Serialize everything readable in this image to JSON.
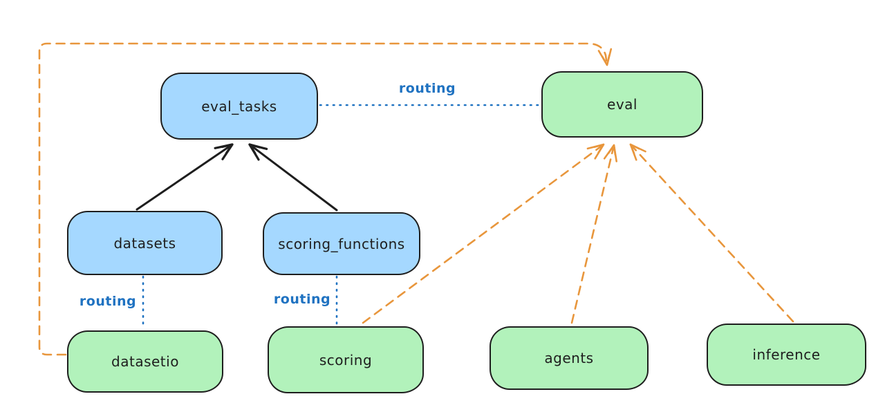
{
  "diagram": {
    "colors": {
      "node_stroke": "#1e1e1e",
      "api_fill": "#a5d8ff",
      "provider_fill": "#b2f2bb",
      "routing_color": "#1f72c1",
      "dependency_color": "#e8963c",
      "canvas_bg": "#ffffff"
    },
    "nodes": {
      "eval_tasks": {
        "label": "eval_tasks",
        "type": "api"
      },
      "eval": {
        "label": "eval",
        "type": "provider"
      },
      "datasets": {
        "label": "datasets",
        "type": "api"
      },
      "scoring_functions": {
        "label": "scoring_functions",
        "type": "api"
      },
      "datasetio": {
        "label": "datasetio",
        "type": "provider"
      },
      "scoring": {
        "label": "scoring",
        "type": "provider"
      },
      "agents": {
        "label": "agents",
        "type": "provider"
      },
      "inference": {
        "label": "inference",
        "type": "provider"
      }
    },
    "edge_labels": {
      "eval_tasks_eval": "routing",
      "datasets_datasetio": "routing",
      "scoring_functions_scoring": "routing"
    },
    "edges": [
      {
        "from": "datasets",
        "to": "eval_tasks",
        "style": "solid-arrow"
      },
      {
        "from": "scoring_functions",
        "to": "eval_tasks",
        "style": "solid-arrow"
      },
      {
        "from": "eval_tasks",
        "to": "eval",
        "style": "dotted",
        "label": "routing"
      },
      {
        "from": "datasets",
        "to": "datasetio",
        "style": "dotted",
        "label": "routing"
      },
      {
        "from": "scoring_functions",
        "to": "scoring",
        "style": "dotted",
        "label": "routing"
      },
      {
        "from": "datasetio",
        "to": "eval",
        "style": "dashed-arrow"
      },
      {
        "from": "scoring",
        "to": "eval",
        "style": "dashed-arrow"
      },
      {
        "from": "agents",
        "to": "eval",
        "style": "dashed-arrow"
      },
      {
        "from": "inference",
        "to": "eval",
        "style": "dashed-arrow"
      }
    ]
  }
}
